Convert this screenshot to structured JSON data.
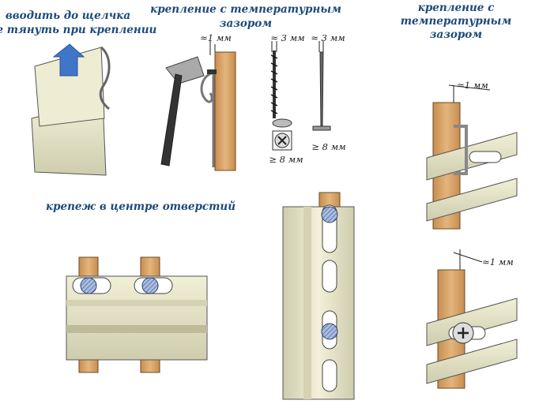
{
  "captions": {
    "snap_in_line1": "вводить до щелчка",
    "snap_in_line2": "не тянуть при креплении",
    "thermal_gap_top_line1": "крепление с температурным",
    "thermal_gap_top_line2": "зазором",
    "thermal_gap_right_line1": "крепление с",
    "thermal_gap_right_line2": "температурным",
    "thermal_gap_right_line3": "зазором",
    "center_holes": "крепеж в центре отверстий"
  },
  "dimensions": {
    "gap_hammer": "≈1 мм",
    "screw_head": "≈ 3 мм",
    "nail_head": "≈ 3 мм",
    "screw_length": "≥ 8 мм",
    "nail_length": "≥ 8 мм",
    "gap_right_top": "≈1 мм",
    "gap_right_bottom": "≈1 мм"
  },
  "colors": {
    "wood": "#d7a469",
    "wood_dark": "#b57f45",
    "panel": "#e9e7c8",
    "panel_dark": "#c8c6a4",
    "arrow": "#3f76c9",
    "head": "#9fb1d4"
  }
}
